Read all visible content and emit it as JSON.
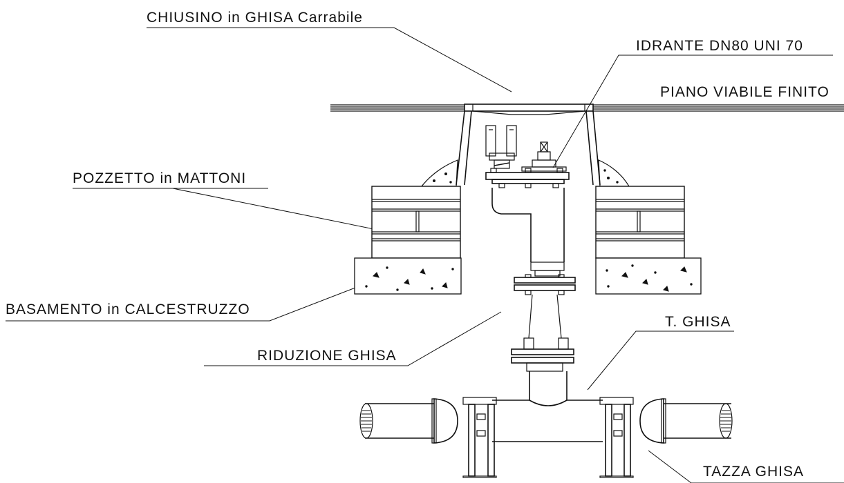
{
  "labels": {
    "chiusino": "CHIUSINO in GHISA Carrabile",
    "idrante": "IDRANTE DN80 UNI 70",
    "piano": "PIANO VIABILE FINITO",
    "pozzetto": "POZZETTO in MATTONI",
    "basamento": "BASAMENTO in CALCESTRUZZO",
    "t_ghisa": "T. GHISA",
    "riduzione": "RIDUZIONE GHISA",
    "tazza": "TAZZA GHISA"
  },
  "colors": {
    "line": "#111111",
    "background": "#ffffff"
  }
}
